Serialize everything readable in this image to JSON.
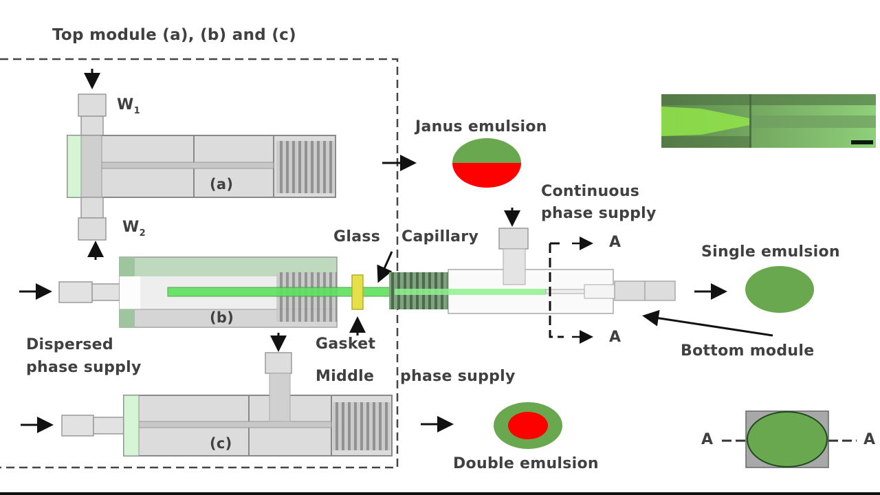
{
  "figure": {
    "frame_title": "Top module (a), (b) and (c)",
    "modules": {
      "a": "(a)",
      "b": "(b)",
      "c": "(c)"
    },
    "inlets": {
      "w1": {
        "letter": "W",
        "subscript": "1"
      },
      "w2": {
        "letter": "W",
        "subscript": "2"
      }
    },
    "labels": {
      "dispersed_line1": "Dispersed",
      "dispersed_line2": "phase supply",
      "glass": "Glass",
      "capillary": "Capillary",
      "gasket": "Gasket",
      "middle_left": "Middle",
      "middle_right": "phase supply",
      "continuous_line1": "Continuous",
      "continuous_line2": "phase supply",
      "bottom_module": "Bottom  module",
      "section_marker": "A"
    },
    "outputs": {
      "janus": "Janus emulsion",
      "single": "Single emulsion",
      "double": "Double emulsion"
    },
    "colors": {
      "emulsion_green": "#6aa84f",
      "emulsion_red": "#ff0000",
      "capillary_green": "#5fe05f",
      "gasket_yellow": "#e6e04a",
      "module_gray": "#dcdcdc",
      "frame_dash": "#444444"
    }
  }
}
